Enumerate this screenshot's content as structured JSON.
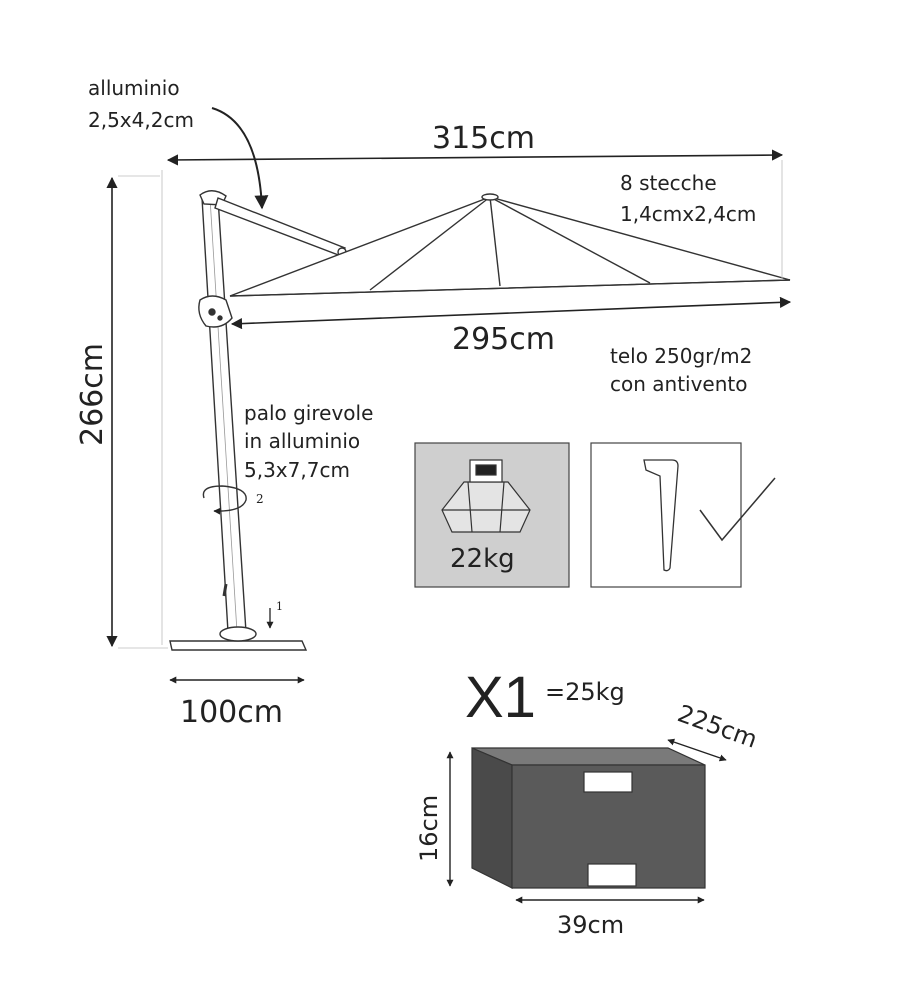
{
  "labels": {
    "arm_material": "alluminio",
    "arm_size": "2,5x4,2cm",
    "total_width": "315cm",
    "ribs_count": "8 stecche",
    "ribs_size": "1,4cmx2,4cm",
    "height": "266cm",
    "canopy_width": "295cm",
    "fabric_line1": "telo 250gr/m2",
    "fabric_line2": "con antivento",
    "pole_line1": "palo girevole",
    "pole_line2": "in alluminio",
    "pole_line3": "5,3x7,7cm",
    "rotate_step": "2",
    "press_step": "1",
    "base_width": "100cm",
    "base_weight": "22kg",
    "quantity": "X1",
    "block_weight": "=25kg",
    "block_length": "225cm",
    "block_height": "16cm",
    "block_width": "39cm"
  },
  "colors": {
    "line": "#222222",
    "base_panel_fill": "#cfcfcf",
    "block_front": "#5a5a5a",
    "block_top": "#7a7a7a",
    "block_side": "#4a4a4a"
  },
  "icons": {
    "base": "base-weight-icon",
    "hex_key": "allen-key-icon",
    "check": "checkmark-icon",
    "block": "weight-block-icon"
  }
}
